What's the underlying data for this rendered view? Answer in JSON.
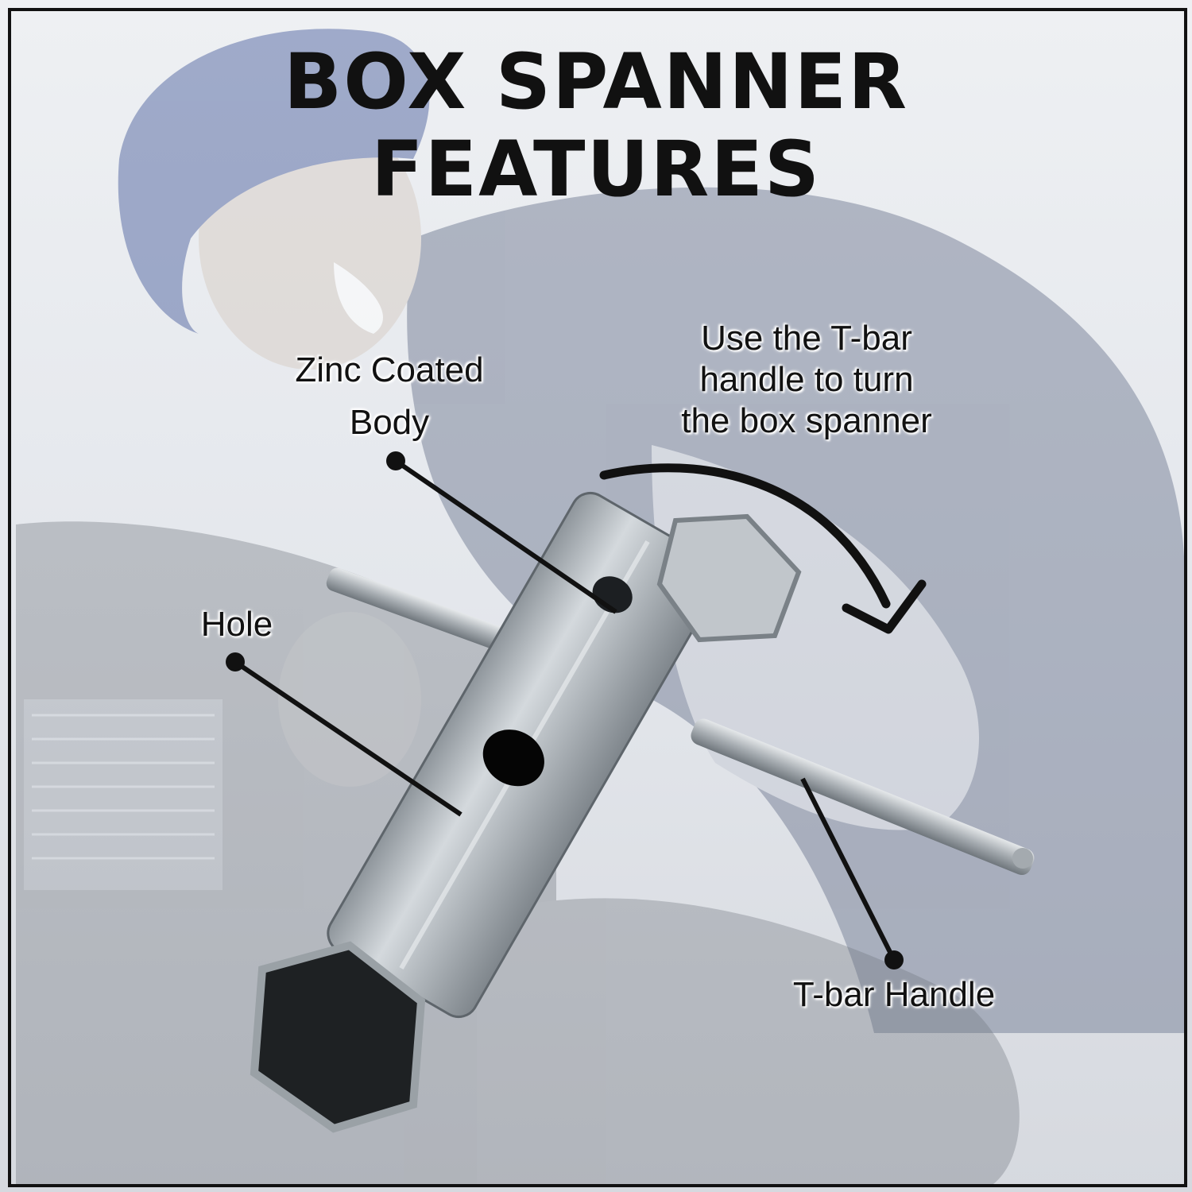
{
  "title": {
    "line1": "BOX SPANNER",
    "line2": "FEATURES"
  },
  "callouts": {
    "zinc_line1": "Zinc Coated",
    "zinc_line2": "Body",
    "hole": "Hole",
    "tbar_use_line1": "Use the T-bar",
    "tbar_use_line2": "handle to turn",
    "tbar_use_line3": "the box spanner",
    "tbar_handle": "T-bar Handle"
  },
  "colors": {
    "text": "#111111",
    "steel": "#b9bfc4",
    "background_tint": "#e6e9ee",
    "shirt": "#8a93a8",
    "cap": "#6f7fb0"
  }
}
